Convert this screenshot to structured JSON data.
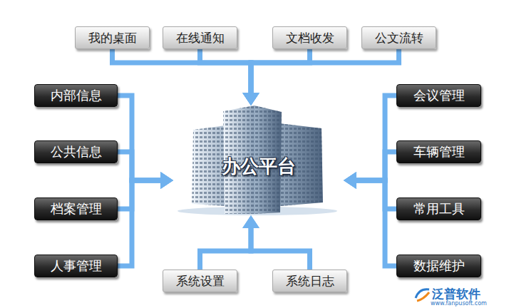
{
  "diagram": {
    "nodes": [
      {
        "text": [
          "我的桌面"
        ]
      },
      {
        "text": [
          "在线通知"
        ]
      },
      {
        "text": [
          "文档收发"
        ]
      },
      {
        "text": [
          "公文流转"
        ]
      },
      {
        "text": [
          "内部信息"
        ]
      },
      {
        "text": [
          "公共信息"
        ]
      },
      {
        "text": [
          "档案管理"
        ]
      },
      {
        "text": [
          "人事管理"
        ]
      },
      {
        "text": [
          "办公平台"
        ]
      },
      {
        "text": [
          "会议管理"
        ]
      },
      {
        "text": [
          "车辆管理"
        ]
      },
      {
        "text": [
          "常用工具"
        ]
      },
      {
        "text": [
          "数据维护"
        ]
      },
      {
        "text": [
          "系统设置"
        ]
      },
      {
        "text": [
          "系统日志"
        ]
      }
    ],
    "edges": [
      {
        "from": 0,
        "to": 8,
        "arrow": "to"
      },
      {
        "from": 1,
        "to": 8,
        "arrow": "to"
      },
      {
        "from": 2,
        "to": 8,
        "arrow": "to"
      },
      {
        "from": 3,
        "to": 8,
        "arrow": "to"
      },
      {
        "from": 4,
        "to": 8,
        "arrow": "to"
      },
      {
        "from": 5,
        "to": 8,
        "arrow": "to"
      },
      {
        "from": 6,
        "to": 8,
        "arrow": "to"
      },
      {
        "from": 7,
        "to": 8,
        "arrow": "to"
      },
      {
        "from": 9,
        "to": 8,
        "arrow": "to"
      },
      {
        "from": 10,
        "to": 8,
        "arrow": "to"
      },
      {
        "from": 11,
        "to": 8,
        "arrow": "to"
      },
      {
        "from": 12,
        "to": 8,
        "arrow": "to"
      },
      {
        "from": 13,
        "to": 8,
        "arrow": "to"
      },
      {
        "from": 14,
        "to": 8,
        "arrow": "to"
      }
    ],
    "labels": [
      "泛普软件",
      "www.fanpusoft.com"
    ]
  }
}
